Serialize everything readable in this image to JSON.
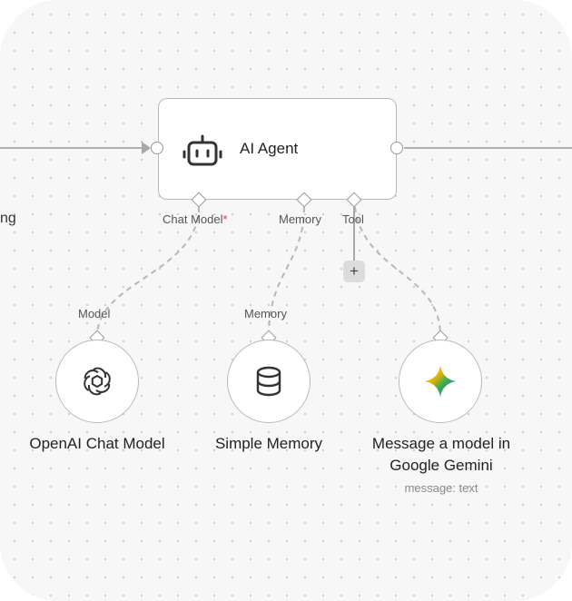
{
  "colors": {
    "canvas_bg": "#f7f7f7",
    "connection": "#b0b0b0",
    "required": "#e0394f"
  },
  "left_partial_label": "ng",
  "agent": {
    "title": "AI Agent",
    "icon": "robot-icon",
    "inputs": [
      {
        "label": "Chat Model",
        "required_marker": "*"
      },
      {
        "label": "Memory"
      },
      {
        "label": "Tool"
      }
    ],
    "add_tool": "+"
  },
  "sub_nodes": [
    {
      "title": "OpenAI Chat Model",
      "input_label": "Model",
      "icon": "openai-icon"
    },
    {
      "title": "Simple Memory",
      "input_label": "Memory",
      "icon": "database-icon"
    },
    {
      "title_line1": "Message a model in",
      "title_line2": "Google Gemini",
      "subtitle": "message: text",
      "icon": "gemini-icon"
    }
  ]
}
